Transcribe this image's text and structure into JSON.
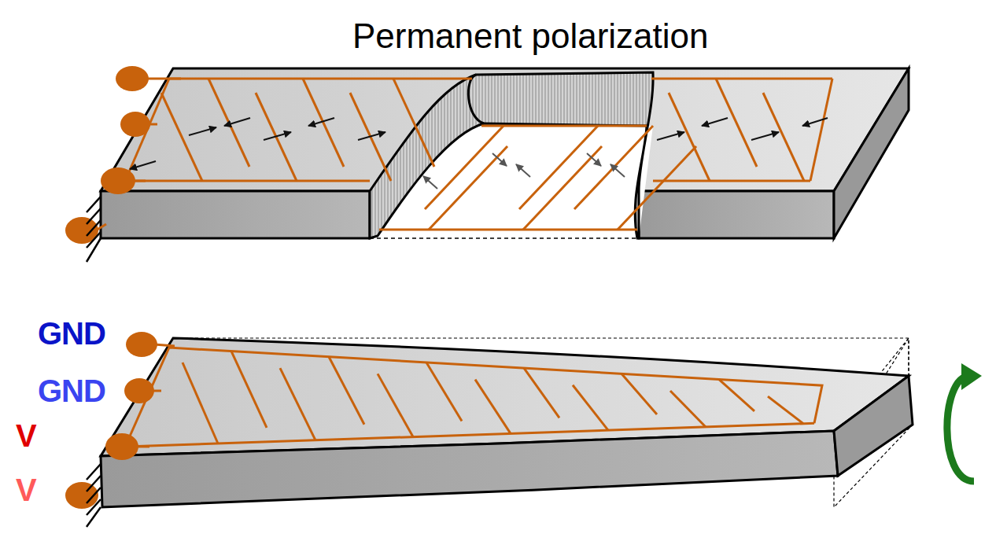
{
  "diagram": {
    "labels": [
      "Permanent polarization",
      "GND",
      "GND",
      "V",
      "V"
    ]
  }
}
